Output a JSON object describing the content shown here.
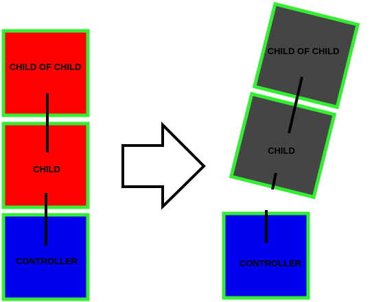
{
  "before": {
    "child_of_child_label": "CHILD OF CHILD",
    "child_label": "CHILD",
    "controller_label": "CONTROLLER"
  },
  "after": {
    "child_of_child_label": "CHILD OF CHILD",
    "child_label": "CHILD",
    "controller_label": "CONTROLLER"
  },
  "colors": {
    "box_red": "#ff0000",
    "box_blue": "#0000ee",
    "box_gray": "#454545",
    "border_green": "#33ee33",
    "link_black": "#000000",
    "arrow_fill": "#ffffff",
    "arrow_stroke": "#000000"
  }
}
